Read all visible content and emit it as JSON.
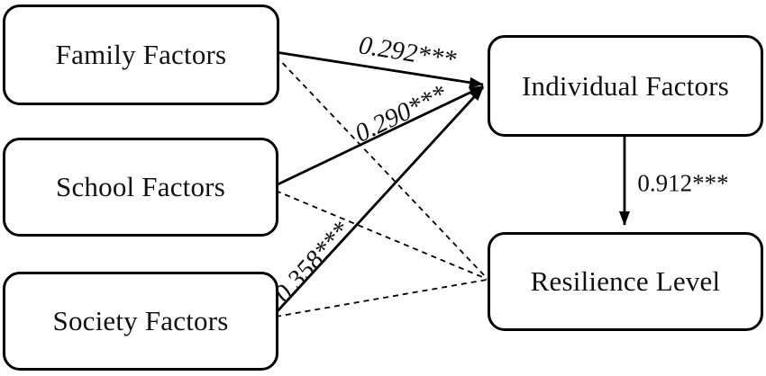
{
  "figure": {
    "type": "path-diagram",
    "background_color": "#ffffff",
    "line_color": "#000000",
    "box_fill_color": "#ffffff",
    "box_border_color": "#000000",
    "nodes": [
      {
        "label": "Family Factors"
      },
      {
        "label": "School Factors"
      },
      {
        "label": "Society Factors"
      },
      {
        "label": "Individual Factors"
      },
      {
        "label": "Resilience Level"
      }
    ],
    "paths": [
      {
        "from": "Family Factors",
        "to": "Individual Factors",
        "style": "solid-arrow",
        "coefficient": "0.292***"
      },
      {
        "from": "School Factors",
        "to": "Individual Factors",
        "style": "solid-arrow",
        "coefficient": "0.290***"
      },
      {
        "from": "Society Factors",
        "to": "Individual Factors",
        "style": "solid-arrow",
        "coefficient": "0.358***"
      },
      {
        "from": "Individual Factors",
        "to": "Resilience Level",
        "style": "solid-arrow",
        "coefficient": "0.912***"
      },
      {
        "from": "Family Factors",
        "to": "Resilience Level",
        "style": "dashed-line",
        "coefficient": ""
      },
      {
        "from": "School Factors",
        "to": "Resilience Level",
        "style": "dashed-line",
        "coefficient": ""
      },
      {
        "from": "Society Factors",
        "to": "Resilience Level",
        "style": "dashed-line",
        "coefficient": ""
      }
    ]
  }
}
